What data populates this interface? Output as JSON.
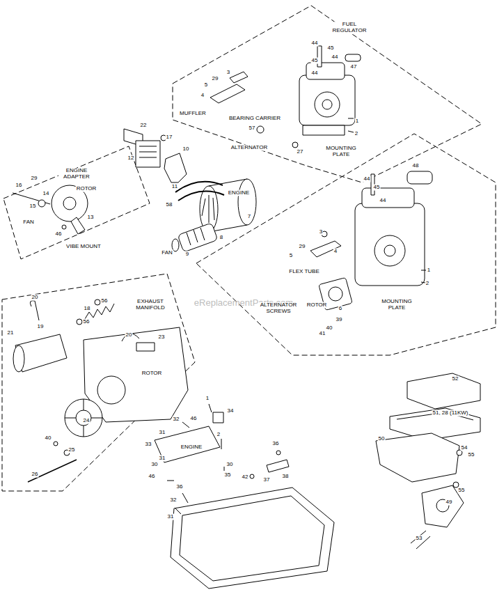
{
  "diagram": {
    "labels": [
      "FUEL REGULATOR",
      "44",
      "45",
      "44",
      "45",
      "47",
      "44",
      "3",
      "29",
      "5",
      "4",
      "MUFFLER",
      "BEARING CARRIER",
      "1",
      "57",
      "22",
      "2",
      "17",
      "ALTERNATOR",
      "MOUNTING PLATE",
      "27",
      "10",
      "12",
      "ENGINE ADAPTER",
      "29",
      "44",
      "48",
      "16",
      "11",
      "45",
      "ROTOR",
      "ENGINE",
      "14",
      "44",
      "58",
      "15",
      "7",
      "13",
      "FAN",
      "3",
      "46",
      "8",
      "29",
      "VIBE MOUNT",
      "4",
      "FAN",
      "9",
      "5",
      "1",
      "FLEX TUBE",
      "2",
      "20",
      "56",
      "EXHAUST MANIFOLD",
      "eReplacementParts.com",
      "ALTERNATOR SCREWS",
      "ROTOR",
      "MOUNTING PLATE",
      "18",
      "6",
      "39",
      "56",
      "19",
      "40",
      "41",
      "21",
      "20",
      "23",
      "ROTOR",
      "52",
      "1",
      "34",
      "51, 28 (11KW)",
      "46",
      "32",
      "24",
      "31",
      "2",
      "40",
      "50",
      "36",
      "33",
      "ENGINE",
      "54",
      "25",
      "55",
      "31",
      "30",
      "30",
      "26",
      "35",
      "46",
      "42",
      "38",
      "37",
      "36",
      "55",
      "32",
      "49",
      "31",
      "53"
    ]
  }
}
